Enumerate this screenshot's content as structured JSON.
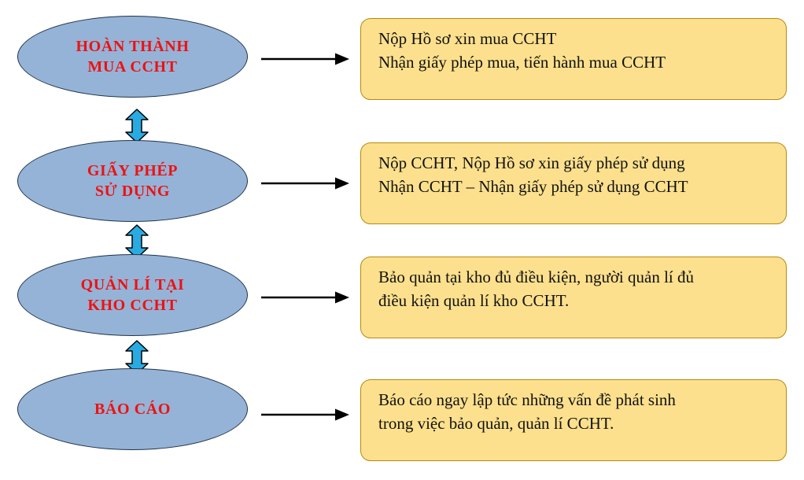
{
  "diagram": {
    "title": "Quy trinh quan li CCHT",
    "colors": {
      "ellipse_fill": "#95b3d7",
      "ellipse_border": "#1f3348",
      "ellipse_text": "#ee1111",
      "note_fill": "#fce08d",
      "note_border": "#b58a10",
      "note_text": "#111111",
      "connector_arrow": "#29abe2",
      "flow_arrow": "#000000",
      "background": "#ffffff"
    },
    "rows": [
      {
        "stage": {
          "line1": "HOÀN THÀNH",
          "line2": "MUA CCHT"
        },
        "arrow_icon": "arrow-right-icon",
        "note": {
          "line1": "Nộp Hồ sơ xin mua CCHT",
          "line2": "Nhận giấy phép mua, tiến hành mua CCHT"
        }
      },
      {
        "stage": {
          "line1": "GIẤY PHÉP",
          "line2": "SỬ DỤNG"
        },
        "arrow_icon": "arrow-right-icon",
        "note": {
          "line1": "Nộp CCHT, Nộp Hồ sơ xin giấy phép sử dụng",
          "line2": "Nhận CCHT – Nhận giấy phép sử dụng CCHT"
        }
      },
      {
        "stage": {
          "line1": "QUẢN LÍ TẠI",
          "line2": "KHO CCHT"
        },
        "arrow_icon": "arrow-right-icon",
        "note": {
          "line1": "Bảo quản tại kho đủ điều kiện, người quản lí đủ",
          "line2": "điều kiện quản lí kho CCHT."
        }
      },
      {
        "stage": {
          "line1": "BÁO CÁO",
          "line2": ""
        },
        "arrow_icon": "arrow-right-icon",
        "note": {
          "line1": "Báo cáo ngay lập tức những vấn đề phát sinh",
          "line2": "trong việc bảo quản, quản lí CCHT."
        }
      }
    ],
    "connectors": [
      {
        "icon": "double-arrow-vertical-icon"
      },
      {
        "icon": "double-arrow-vertical-icon"
      },
      {
        "icon": "double-arrow-vertical-icon"
      }
    ]
  }
}
